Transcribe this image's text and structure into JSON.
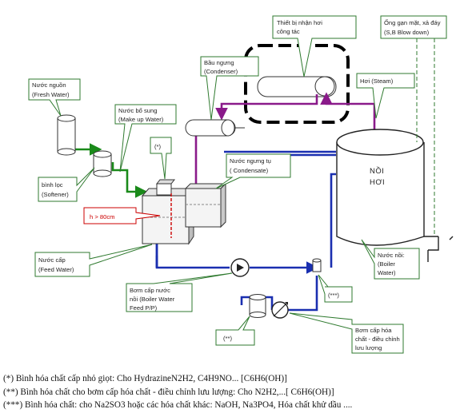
{
  "labels": {
    "receiver_1": "Thiết bị nhận hơi",
    "receiver_2": "công tác",
    "blowdown_1": "Ống gạn mặt, xả đáy",
    "blowdown_2": "(S,B Blow down)",
    "condenser_1": "Bầu ngưng",
    "condenser_2": "(Condenser)",
    "steam": "Hơi (Steam)",
    "fresh_1": "Nước nguồn",
    "fresh_2": "(Fresh Water)",
    "makeup_1": "Nước bổ sung",
    "makeup_2": "(Make up Water)",
    "star1": "(*)",
    "condensate_1": "Nước ngưng  tụ",
    "condensate_2": "( Condensate)",
    "boiler_1": "NỒI",
    "boiler_2": "HƠI",
    "softener_1": "bình lọc",
    "softener_2": "(Softener)",
    "height": "h > 80cm",
    "feed_1": "Nước cấp",
    "feed_2": "(Feed Water)",
    "boilerwater_1": "Nước nồi:",
    "boilerwater_2": "(Boiler",
    "boilerwater_3": "Water)",
    "pump_1": "Bơm cấp nước",
    "pump_2": "nồi (Boiler Water",
    "pump_3": "Feed P/P)",
    "star3": "(***)",
    "star2": "(**)",
    "chempump_1": "Bơm cấp hóa",
    "chempump_2": "chất - điều chỉnh",
    "chempump_3": "lưu lượng"
  },
  "notes": [
    "(*) Bình hóa chất cấp nhỏ giọt: Cho HydrazineN2H2, C4H9NO... [C6H6(OH)]",
    "(**) Bình hóa chất cho bơm cấp hóa chất - điều chỉnh lưu lượng: Cho N2H2,...[ C6H6(OH)]",
    "(***) Bình hóa chất: cho Na2SO3 hoặc các hóa chất khác: NaOH, Na3PO4, Hóa chất khử dầu ...."
  ],
  "colors": {
    "steam_line": "#8a1a8a",
    "water_line": "#1a2fb0",
    "fresh_line": "#1a8a1a",
    "callout": "#2f7a2f",
    "height_note": "#cc0000"
  }
}
